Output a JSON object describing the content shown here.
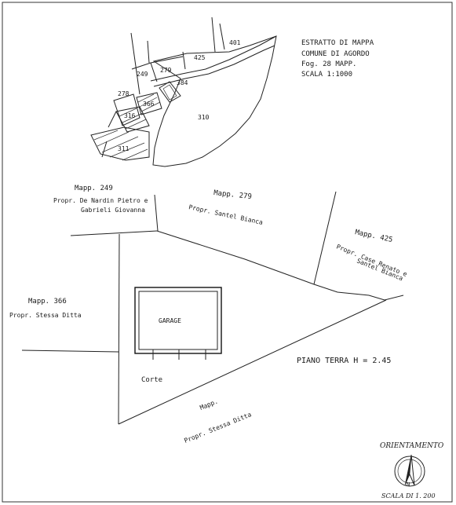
{
  "extract": {
    "line1": "ESTRATTO DI MAPPA",
    "line2": "COMUNE DI AGORDO",
    "line3": "Fog. 28  MAPP.",
    "line4": "SCALA  1:1000"
  },
  "small_map": {
    "parcels": {
      "p401": "401",
      "p425": "425",
      "p279": "279",
      "p249": "249",
      "p278": "278",
      "p366": "366",
      "p310": "310",
      "p316": "316",
      "p311": "311",
      "p384": "384"
    }
  },
  "plan": {
    "mapp249_title": "Mapp. 249",
    "mapp249_owner1": "Propr. De Nardin Pietro e",
    "mapp249_owner2": "Gabrieli Giovanna",
    "mapp279_title": "Mapp. 279",
    "mapp279_owner": "Propr. Santel Bianca",
    "mapp425_title": "Mapp. 425",
    "mapp425_owner1": "Propr. Case Renato e",
    "mapp425_owner2": "Santel Bianca",
    "mapp366_title": "Mapp. 366",
    "mapp366_owner": "Propr. Stessa Ditta",
    "garage_label": "GARAGE",
    "corte_label": "Corte",
    "piano_terra": "PIANO TERRA   H = 2.45",
    "mapp_bottom_title": "Mapp.",
    "mapp_bottom_owner": "Propr. Stessa Ditta"
  },
  "compass": {
    "title": "ORIENTAMENTO",
    "scale": "SCALA DI 1. 200",
    "north_letter": "N"
  }
}
